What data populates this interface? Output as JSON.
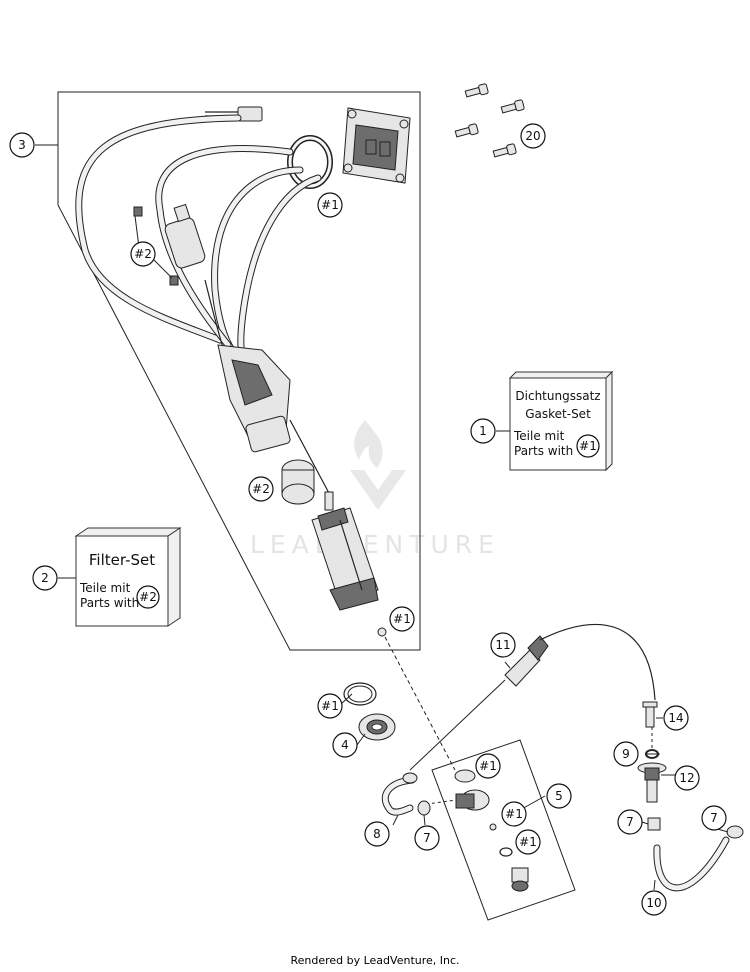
{
  "callouts": {
    "c1": "1",
    "c2": "2",
    "c3": "3",
    "c4": "4",
    "c5": "5",
    "c7a": "7",
    "c7b": "7",
    "c7c": "7",
    "c8": "8",
    "c9": "9",
    "c10": "10",
    "c11": "11",
    "c12": "12",
    "c14": "14",
    "c20": "20",
    "h1a": "#1",
    "h1b": "#1",
    "h1c": "#1",
    "h1d": "#1",
    "h1e": "#1",
    "h1f": "#1",
    "h2a": "#2",
    "h2b": "#2"
  },
  "gasket_set": {
    "line1": "Dichtungssatz",
    "line2": "Gasket-Set",
    "line3": "Teile mit",
    "line4": "Parts with",
    "marker": "#1"
  },
  "filter_set": {
    "title": "Filter-Set",
    "line1": "Teile mit",
    "line2": "Parts with",
    "marker": "#2"
  },
  "watermark": "LEADVENTURE",
  "footer": "Rendered by LeadVenture, Inc."
}
